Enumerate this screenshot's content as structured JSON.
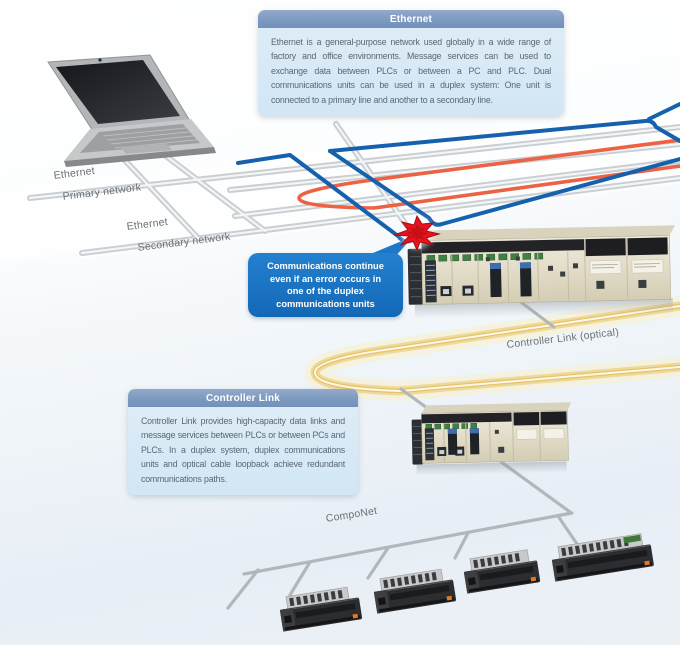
{
  "diagram_title": "PLC duplex communications network diagram",
  "info_boxes": {
    "ethernet": {
      "title": "Ethernet",
      "body": "Ethernet is a general-purpose network used globally in a wide range of factory and office environments. Message services can be used to exchange data between PLCs or between a PC and PLC. Dual communications units can be used in a duplex system: One unit is connected to a primary line and another to a secondary line."
    },
    "controller_link": {
      "title": "Controller Link",
      "body": "Controller Link provides high-capacity data links and message services between PLCs or between PCs and PLCs. In a duplex system, duplex communications units and optical cable loopback achieve redundant communications paths."
    }
  },
  "labels": {
    "ethernet_primary": "Ethernet",
    "primary_network": "Primary network",
    "ethernet_secondary": "Ethernet",
    "secondary_network": "Secondary network",
    "controller_link_optical": "Controller Link (optical)",
    "componet": "CompoNet"
  },
  "callout": {
    "lines": [
      "Communications continue",
      "even if an error occurs in",
      "one of the duplex",
      "communications units"
    ]
  },
  "colors": {
    "info_header": "#7d99bf",
    "info_body_bg": "#d6e9f5",
    "callout_bg": "#1a72c0",
    "ethernet_cable_blue": "#1561ad",
    "loopback_cable_orange": "#ec6243",
    "optical_cable_yellow": "#eed795",
    "trunk_cable_silver": "#c9ced2",
    "error_burst_red": "#e8131c"
  }
}
